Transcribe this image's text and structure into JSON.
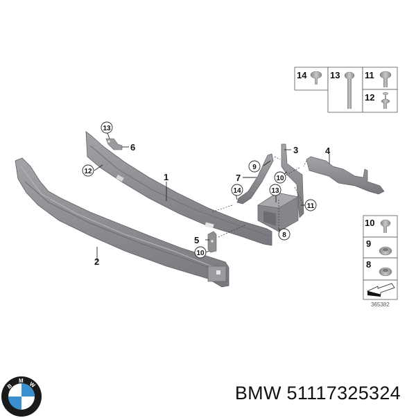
{
  "caption": {
    "brand": "BMW",
    "part_number": "51117325324",
    "full_text": "BMW 51117325324"
  },
  "logo": {
    "letters": [
      "B",
      "M",
      "W"
    ],
    "colors": {
      "ring": "#1a1a1a",
      "blue": "#3a8fd0",
      "white": "#ffffff"
    }
  },
  "diagram": {
    "code": "365382",
    "part_color": "#8e8e93",
    "part_dark": "#6a6a70",
    "labels": [
      {
        "id": "1",
        "text": "1",
        "style": "plain"
      },
      {
        "id": "2",
        "text": "2",
        "style": "plain"
      },
      {
        "id": "3",
        "text": "3",
        "style": "plain"
      },
      {
        "id": "4",
        "text": "4",
        "style": "plain"
      },
      {
        "id": "5",
        "text": "5",
        "style": "plain"
      },
      {
        "id": "6",
        "text": "6",
        "style": "plain"
      },
      {
        "id": "7",
        "text": "7",
        "style": "plain"
      },
      {
        "id": "8",
        "text": "8",
        "style": "circled"
      },
      {
        "id": "9",
        "text": "9",
        "style": "circled"
      },
      {
        "id": "10a",
        "text": "10",
        "style": "circled"
      },
      {
        "id": "10b",
        "text": "10",
        "style": "circled"
      },
      {
        "id": "11",
        "text": "11",
        "style": "circled"
      },
      {
        "id": "12",
        "text": "12",
        "style": "circled"
      },
      {
        "id": "13a",
        "text": "13",
        "style": "circled"
      },
      {
        "id": "13b",
        "text": "13",
        "style": "circled"
      },
      {
        "id": "14",
        "text": "14",
        "style": "circled"
      }
    ],
    "hardware_box_top": [
      {
        "num": "14",
        "item": "screw"
      },
      {
        "num": "13",
        "item": "long-bolt"
      },
      {
        "num": "11",
        "item": "bolt"
      },
      {
        "num": "12",
        "item": "bolt-with-washer"
      }
    ],
    "hardware_box_right": [
      {
        "num": "10",
        "item": "bolt"
      },
      {
        "num": "9",
        "item": "flange-nut"
      },
      {
        "num": "8",
        "item": "flange-nut"
      }
    ]
  }
}
